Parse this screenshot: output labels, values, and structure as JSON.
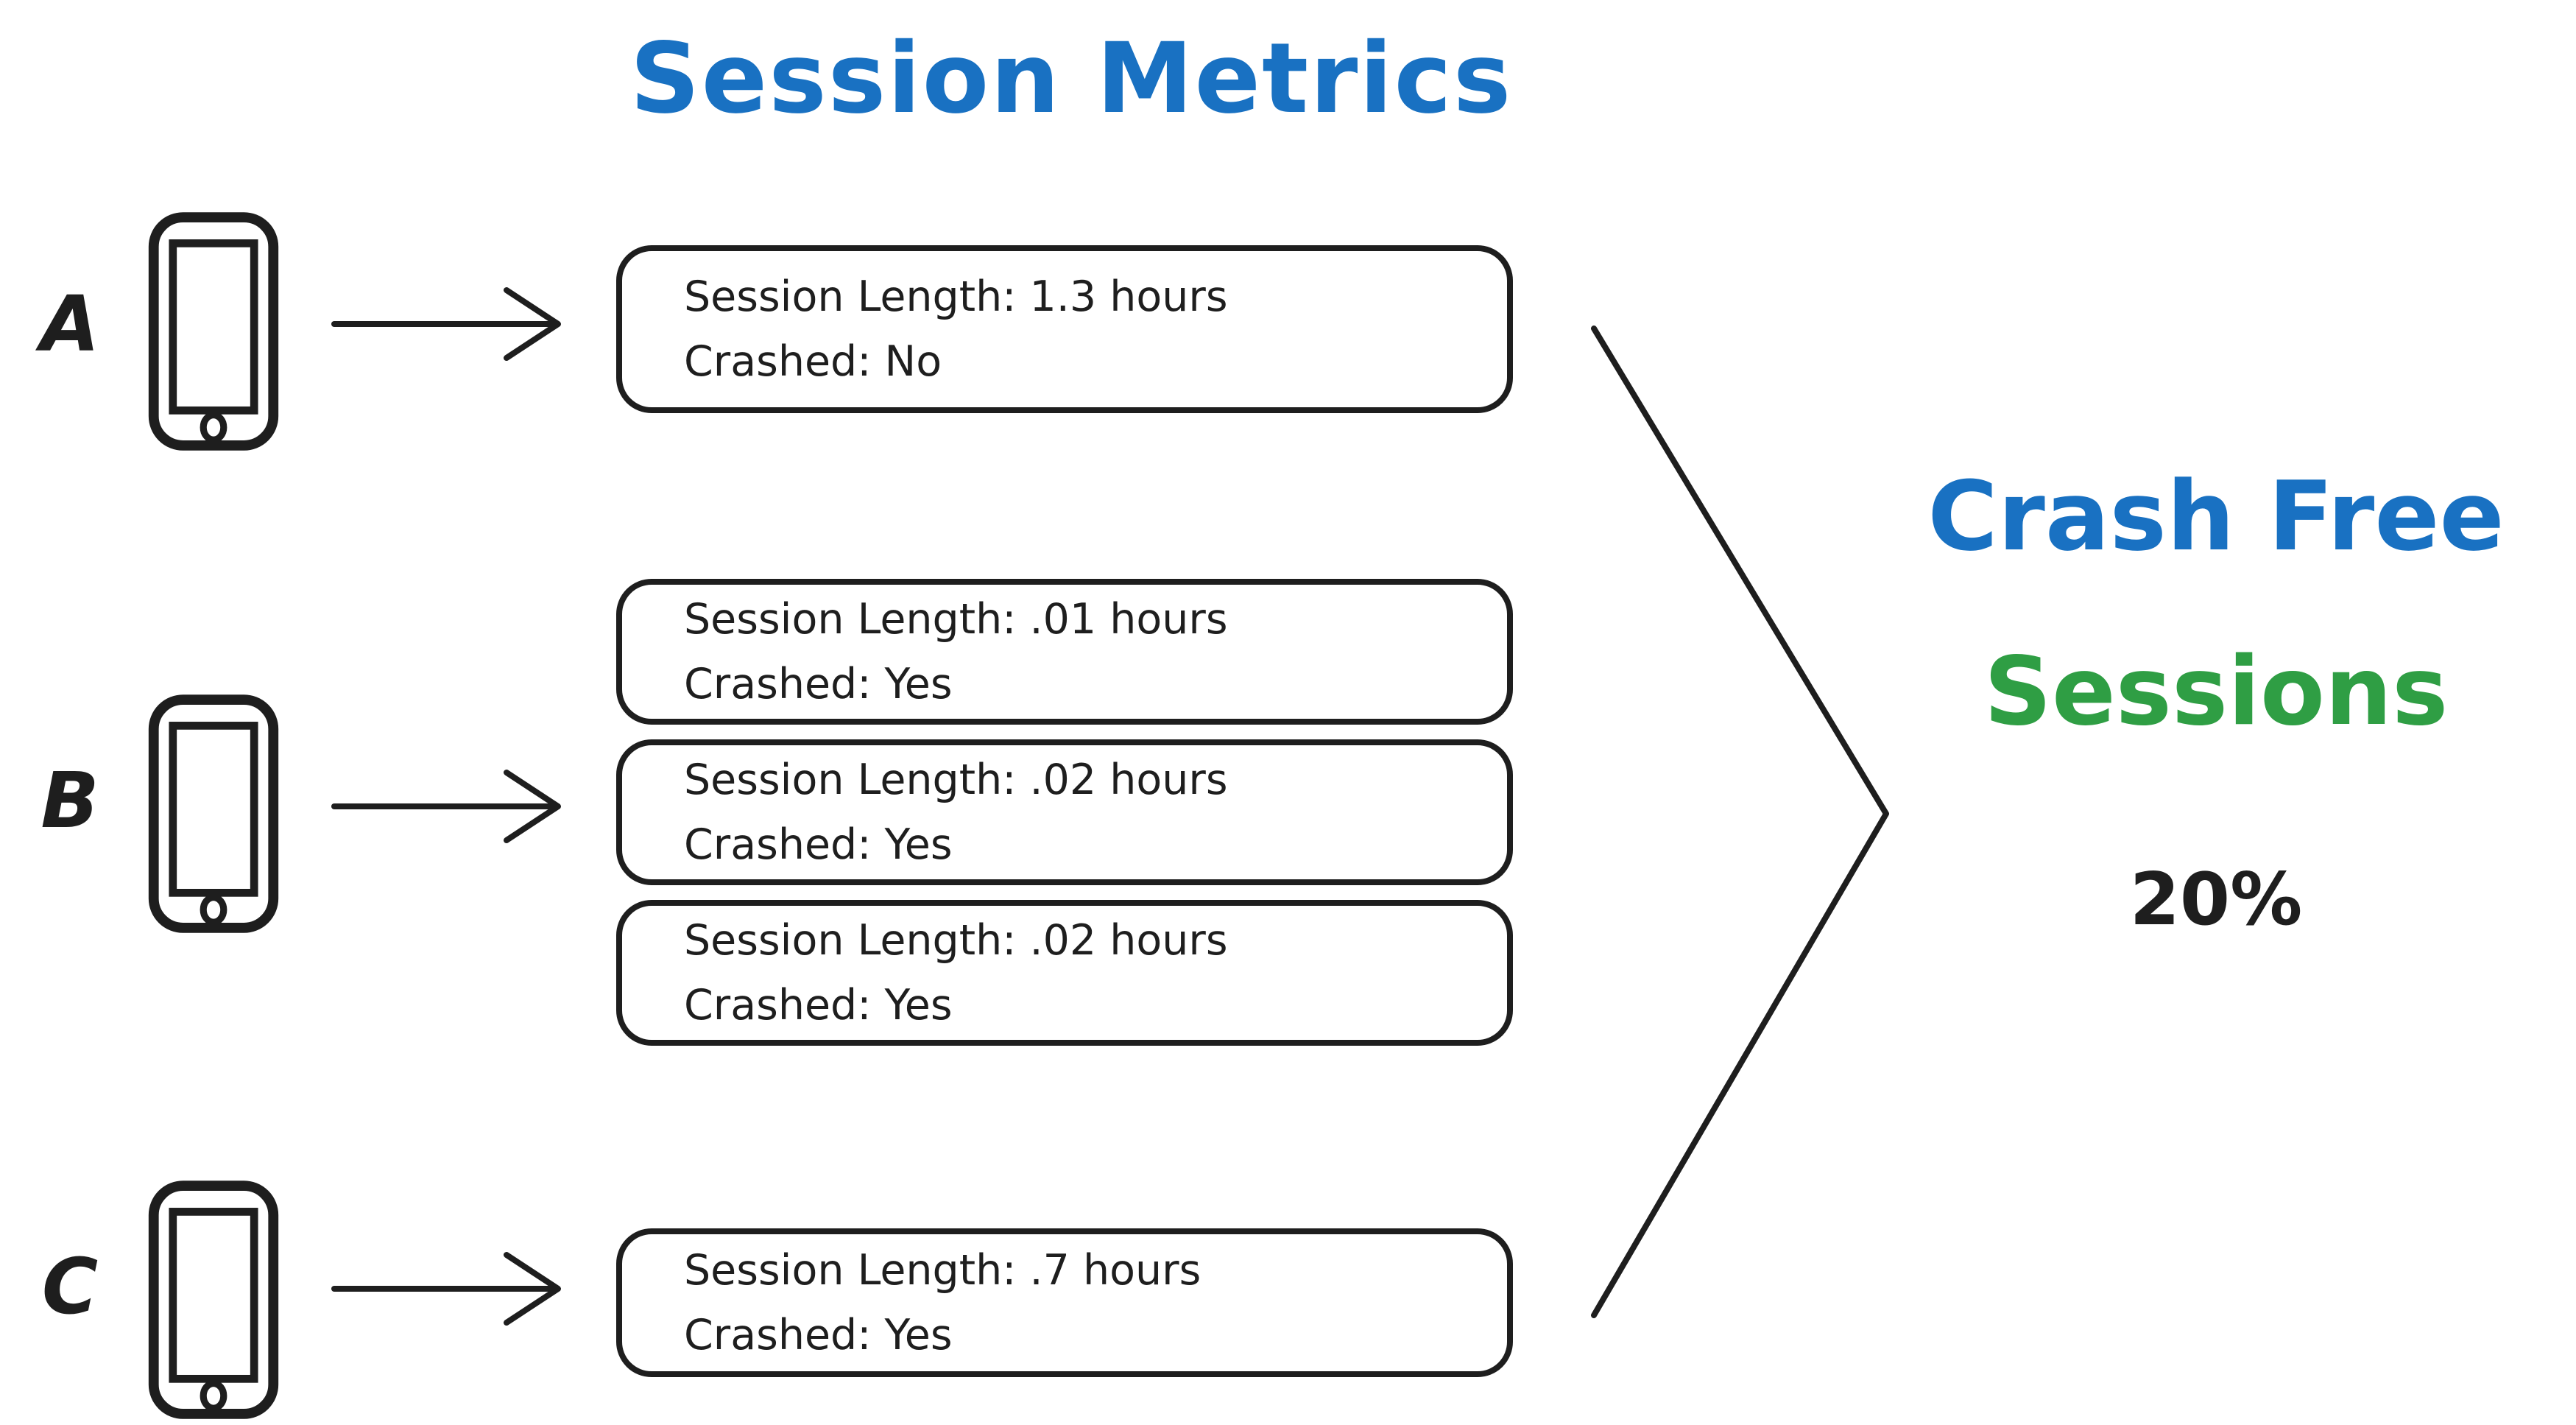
{
  "title": "Session Metrics",
  "colors": {
    "blue": "#1971c2",
    "green": "#2f9e44",
    "ink": "#1e1e1e"
  },
  "devices": [
    {
      "label": "A"
    },
    {
      "label": "B"
    },
    {
      "label": "C"
    }
  ],
  "session_boxes": [
    {
      "length": "Session Length: 1.3 hours",
      "crashed": "Crashed: No"
    },
    {
      "length": "Session Length: .01 hours",
      "crashed": "Crashed: Yes"
    },
    {
      "length": "Session Length: .02 hours",
      "crashed": "Crashed: Yes"
    },
    {
      "length": "Session Length: .02 hours",
      "crashed": "Crashed: Yes"
    },
    {
      "length": "Session Length: .7 hours",
      "crashed": "Crashed: Yes"
    }
  ],
  "result": {
    "title_line1": "Crash Free",
    "title_line2": "Sessions",
    "value": "20%"
  }
}
